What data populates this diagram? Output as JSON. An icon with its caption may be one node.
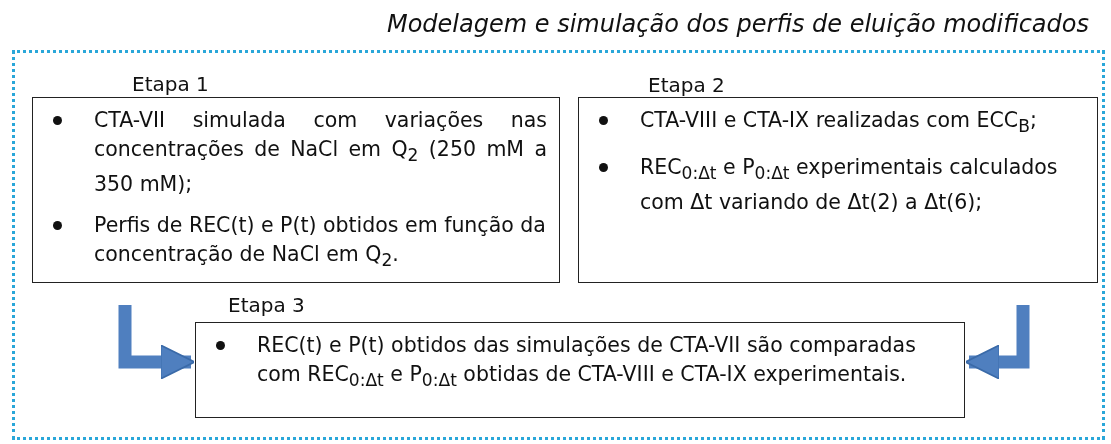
{
  "diagram": {
    "nodes": [
      {
        "text": [
          "Modelagem e simulação dos perfis de eluição modificados"
        ]
      },
      {
        "text": [
          "Etapa 1",
          "CTA-VII simulada com variações nas concentrações de NaCl em Q$_{2}$ (250 mM a 350 mM);",
          "Perfis de REC(t) e P(t) obtidos em função da concentração de NaCl em Q$_{2}$."
        ],
        "in": 0
      },
      {
        "text": [
          "Etapa 2",
          "CTA-VIII e CTA-IX realizadas com ECC$_{B}$;",
          "REC$_{0:Δt}$ e P$_{0:Δt}$ experimentais calculados com Δt variando de Δt(2) a Δt(6);"
        ],
        "in": 0
      },
      {
        "text": [
          "Etapa 3",
          "REC(t) e P(t) obtidos das simulações de CTA-VII são comparadas com REC$_{0:Δt}$ e P$_{0:Δt}$ obtidas de CTA-VIII e CTA-IX experimentais."
        ],
        "in": 0
      }
    ],
    "edges": [
      {
        "from": 1,
        "to": 3,
        "arrow": "to"
      },
      {
        "from": 2,
        "to": 3,
        "arrow": "to"
      }
    ]
  }
}
